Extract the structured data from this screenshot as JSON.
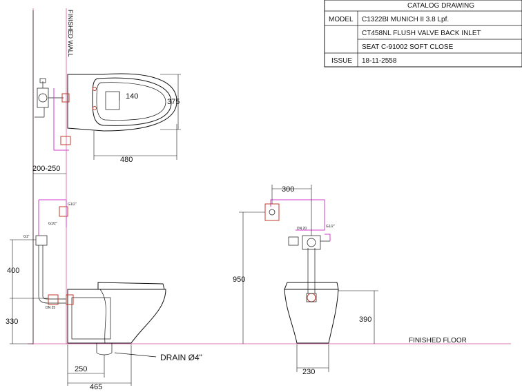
{
  "title_block": {
    "header": "CATALOG DRAWING",
    "rows": [
      {
        "label": "MODEL",
        "value": "C1322BI MUNICH II 3.8 Lpf."
      },
      {
        "label": "",
        "value": "CT458NL FLUSH VALVE BACK INLET"
      },
      {
        "label": "",
        "value": "SEAT C-91002 SOFT CLOSE"
      },
      {
        "label": "ISSUE",
        "value": "18-11-2558"
      }
    ]
  },
  "labels": {
    "finished_wall": "FINISHED WALL",
    "finished_floor": "FINISHED FLOOR",
    "drain": "DRAIN Ø4\""
  },
  "dimensions": {
    "top_width_140": "140",
    "top_depth_375": "375",
    "top_length_480": "480",
    "wall_gap": "200-250",
    "side_400": "400",
    "side_330": "330",
    "side_250": "250",
    "side_465": "465",
    "front_300": "300",
    "front_950": "950",
    "front_390": "390",
    "front_230": "230"
  },
  "fitting_labels": {
    "g12_a": "G1/2\"",
    "g12_b": "G1/2\"",
    "g1": "G1\"",
    "pipe_note": "DN 25",
    "small_a": "DN 20",
    "small_b": "G1/2\""
  }
}
